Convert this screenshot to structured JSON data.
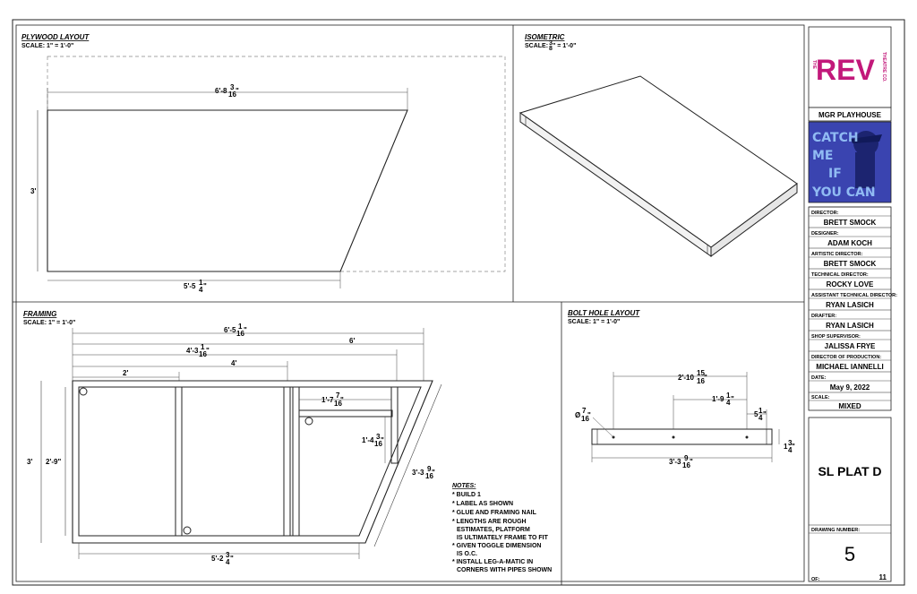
{
  "plywood": {
    "title": "PLYWOOD LAYOUT",
    "scale": "SCALE: 1\" = 1'-0\"",
    "dim_top": "6'-8",
    "dim_top_frac_n": "3",
    "dim_top_frac_d": "16",
    "dim_left": "3'",
    "dim_bottom": "5'-5",
    "dim_bottom_frac_n": "1",
    "dim_bottom_frac_d": "4"
  },
  "isometric": {
    "title": "ISOMETRIC",
    "scale": "SCALE: ",
    "scale_frac_n": "3",
    "scale_frac_d": "8",
    "scale_rest": "\" = 1'-0\""
  },
  "framing": {
    "title": "FRAMING",
    "scale": "SCALE: 1\" = 1'-0\"",
    "dim_overall": "6'-5",
    "dim_overall_n": "1",
    "dim_overall_d": "16",
    "dim_6": "6'",
    "dim_43": "4'-3",
    "dim_43_n": "1",
    "dim_43_d": "16",
    "dim_4": "4'",
    "dim_2": "2'",
    "dim_3": "3'",
    "dim_29": "2'-9\"",
    "dim_17": "1'-7",
    "dim_17_n": "7",
    "dim_17_d": "16",
    "dim_14": "1'-4",
    "dim_14_n": "3",
    "dim_14_d": "16",
    "dim_33": "3'-3",
    "dim_33_n": "9",
    "dim_33_d": "16",
    "dim_bottom": "5'-2",
    "dim_bottom_n": "3",
    "dim_bottom_d": "4"
  },
  "notes": {
    "title": "NOTES:",
    "lines": [
      "* BUILD 1",
      "* LABEL AS SHOWN",
      "* GLUE AND FRAMING NAIL",
      "* LENGTHS ARE ROUGH",
      "ESTIMATES, PLATFORM",
      "IS ULTIMATELY FRAME TO FIT",
      "* GIVEN TOGGLE DIMENSION",
      "IS O.C.",
      "* INSTALL LEG-A-MATIC IN",
      "CORNERS WITH PIPES SHOWN"
    ]
  },
  "bolt": {
    "title": "BOLT HOLE LAYOUT",
    "scale": "SCALE: 1\" = 1'-0\"",
    "dim_top": "2'-10",
    "dim_top_n": "15",
    "dim_top_d": "16",
    "dim_mid": "1'-9",
    "dim_mid_n": "1",
    "dim_mid_d": "4",
    "dim_small_n": "1",
    "dim_small_d": "4",
    "dim_small": "5",
    "dim_dia": "Ø",
    "dim_dia_n": "7",
    "dim_dia_d": "16",
    "dim_bottom": "3'-3",
    "dim_bottom_n": "9",
    "dim_bottom_d": "16",
    "dim_thick": "1",
    "dim_thick_n": "3",
    "dim_thick_d": "4"
  },
  "titleblock": {
    "logo": "REV",
    "logo_small_left": "THE",
    "logo_small_right": "THEATRE CO.",
    "venue": "MGR PLAYHOUSE",
    "poster_text": "CATCH ME IF YOU CAN",
    "fields": [
      {
        "caption": "DIRECTOR:",
        "value": "BRETT SMOCK"
      },
      {
        "caption": "DESIGNER:",
        "value": "ADAM KOCH"
      },
      {
        "caption": "ARTISTIC DIRECTOR:",
        "value": "BRETT SMOCK"
      },
      {
        "caption": "TECHNICAL DIRECTOR:",
        "value": "ROCKY LOVE"
      },
      {
        "caption": "ASSISTANT TECHNICAL DIRECTOR:",
        "value": "RYAN LASICH"
      },
      {
        "caption": "DRAFTER:",
        "value": "RYAN LASICH"
      },
      {
        "caption": "SHOP SUPERVISOR:",
        "value": "JALISSA FRYE"
      },
      {
        "caption": "DIRECTOR OF PRODUCTION:",
        "value": "MICHAEL IANNELLI"
      },
      {
        "caption": "DATE:",
        "value": "May 9, 2022"
      },
      {
        "caption": "SCALE:",
        "value": "MIXED"
      }
    ],
    "sheet_title": "SL PLAT D",
    "drawing_number_caption": "DRAWING NUMBER:",
    "drawing_number": "5",
    "of_caption": "OF:",
    "of_total": "11"
  },
  "colors": {
    "logo": "#c2187a",
    "poster_bg": "#3a44b0",
    "line": "#222222",
    "dashed": "#888888"
  }
}
